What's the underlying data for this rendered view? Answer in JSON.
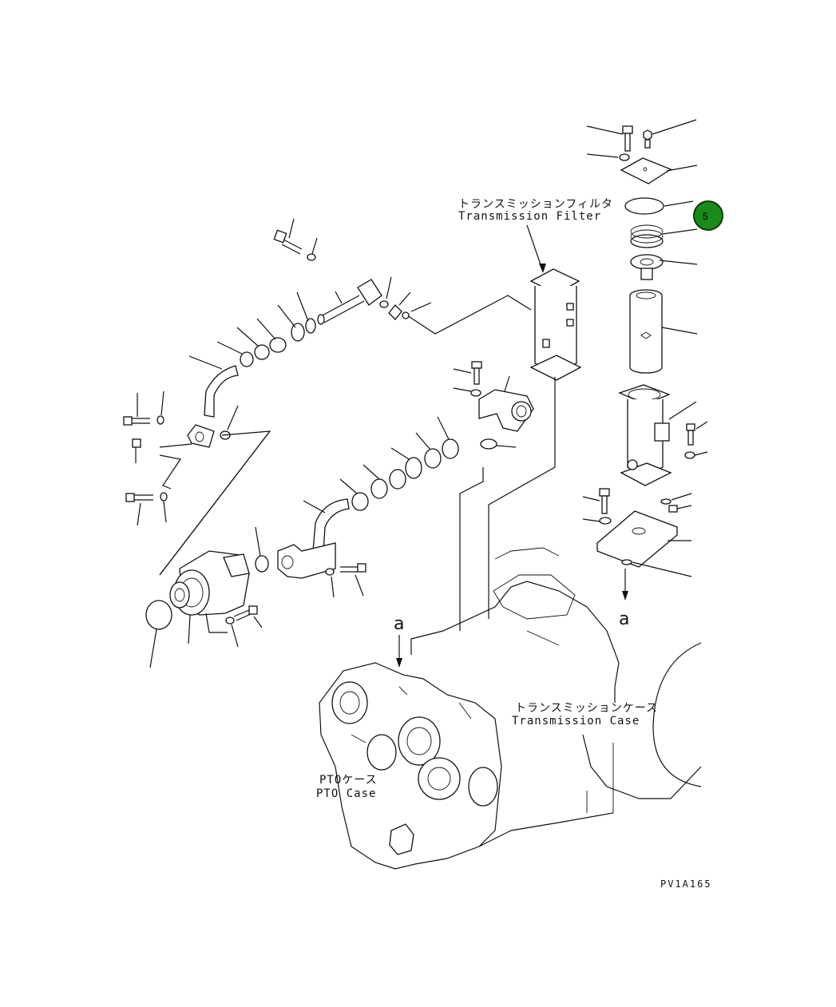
{
  "labels": {
    "filter_jp": "トランスミッションフィルタ",
    "filter_en": "Transmission Filter",
    "case_jp": "トランスミッションケース",
    "case_en": "Transmission Case",
    "pto_jp": "PTOケース",
    "pto_en": "PTO Case",
    "ref_a_left": "a",
    "ref_a_right": "a",
    "drawing_code": "PV1A165"
  },
  "callouts": [
    {
      "number": "5",
      "color": "#1a8a1a",
      "border": "#0b3d0b"
    }
  ]
}
